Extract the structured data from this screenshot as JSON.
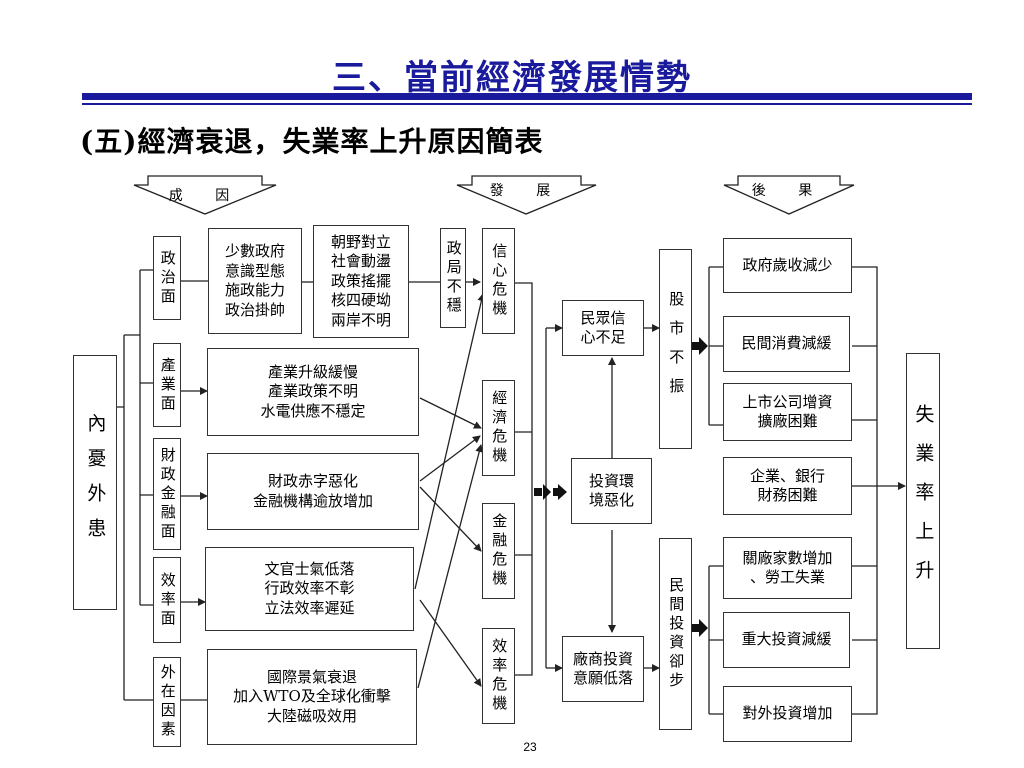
{
  "slide": {
    "title": "三、當前經濟發展情勢",
    "subtitle": "(五)經濟衰退，失業率上升原因簡表",
    "page_number": "23"
  },
  "phases": {
    "causes": "成 因",
    "development": "發 展",
    "consequences": "後 果"
  },
  "root": "內憂外患",
  "categories": {
    "political": "政治面",
    "industrial": "產業面",
    "fiscal": "財政金融面",
    "efficiency": "效率面",
    "external": "外在因素"
  },
  "cause_details": {
    "political_1": "少數政府\n意識型態\n施政能力\n政治掛帥",
    "political_2": "朝野對立\n社會動盪\n政策搖擺\n核四硬坳\n兩岸不明",
    "industrial": "產業升級緩慢\n產業政策不明\n水電供應不穩定",
    "fiscal": "財政赤字惡化\n金融機構逾放增加",
    "efficiency": "文官士氣低落\n行政效率不彰\n立法效率遲延",
    "external": "國際景氣衰退\n加入WTO及全球化衝擊\n大陸磁吸效用"
  },
  "unstable": "政局不穩",
  "crises": {
    "confidence": "信心危機",
    "economic": "經濟危機",
    "financial": "金融危機",
    "efficiency": "效率危機"
  },
  "developments": {
    "public_confidence": "民眾信\n心不足",
    "investment_env": "投資環\n境惡化",
    "investment_will": "廠商投資\n意願低落"
  },
  "markets": {
    "stock": "股市不振",
    "private_invest": "民間投資卻步"
  },
  "consequences": {
    "c1": "政府歲收減少",
    "c2": "民間消費減緩",
    "c3": "上市公司增資\n擴廠困難",
    "c4": "企業、銀行\n財務困難",
    "c5": "關廠家數增加\n、勞工失業",
    "c6": "重大投資減緩",
    "c7": "對外投資增加"
  },
  "result": "失業率上升",
  "colors": {
    "title": "#1a1a9c",
    "rule": "#1a1a9c",
    "line": "#222222"
  }
}
